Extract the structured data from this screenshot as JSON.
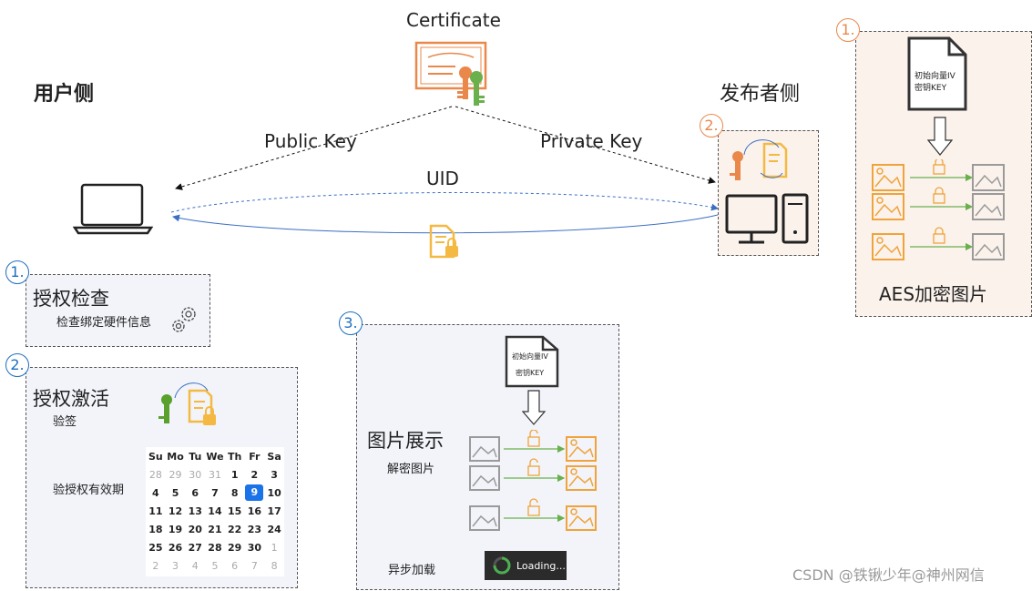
{
  "top": {
    "certificate_label": "Certificate",
    "user_side": "用户侧",
    "publisher_side": "发布者侧",
    "public_key": "Public Key",
    "private_key": "Private Key",
    "uid": "UID"
  },
  "aes_panel": {
    "badge": "1.",
    "doc_line1": "初始向量IV",
    "doc_line2": "密钥KEY",
    "title": "AES加密图片"
  },
  "publisher_box": {
    "badge": "2."
  },
  "auth_check": {
    "badge": "1.",
    "title": "授权检查",
    "subtitle": "检查绑定硬件信息"
  },
  "auth_activate": {
    "badge": "2.",
    "title": "授权激活",
    "sign_label": "验签",
    "validity_label": "验授权有效期",
    "calendar": {
      "weekdays": [
        "Su",
        "Mo",
        "Tu",
        "We",
        "Th",
        "Fr",
        "Sa"
      ],
      "weeks": [
        [
          "28",
          "29",
          "30",
          "31",
          "1",
          "2",
          "3"
        ],
        [
          "4",
          "5",
          "6",
          "7",
          "8",
          "9",
          "10"
        ],
        [
          "11",
          "12",
          "13",
          "14",
          "15",
          "16",
          "17"
        ],
        [
          "18",
          "19",
          "20",
          "21",
          "22",
          "23",
          "24"
        ],
        [
          "25",
          "26",
          "27",
          "28",
          "29",
          "30",
          "1"
        ],
        [
          "2",
          "3",
          "4",
          "5",
          "6",
          "7",
          "8"
        ]
      ]
    }
  },
  "image_display": {
    "badge": "3.",
    "doc_line1": "初始向量IV",
    "doc_line2": "密钥KEY",
    "title": "图片展示",
    "subtitle": "解密图片",
    "async_label": "异步加载",
    "loading_text": "Loading..."
  },
  "watermark": "CSDN @铁锹少年@神州网信",
  "colors": {
    "orange": "#e9884a",
    "blue": "#1f6fbf",
    "green": "#6ab04c",
    "gray_icon": "#9a9a9a",
    "image_orange": "#f0a33a",
    "key_green": "#5aa02c",
    "doc_yellow": "#f4b942"
  }
}
